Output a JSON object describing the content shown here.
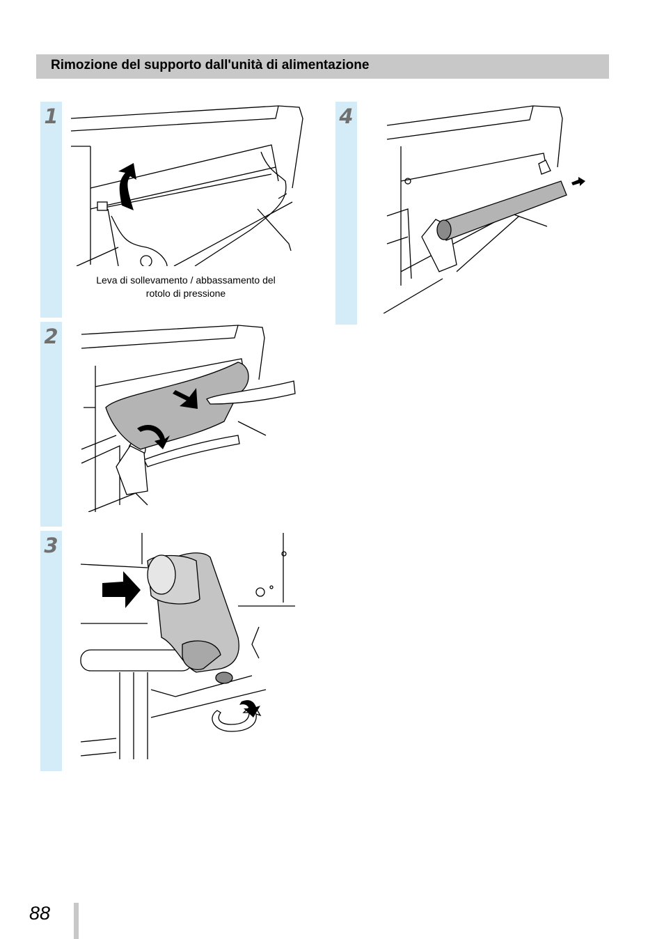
{
  "header": {
    "title": "Rimozione del supporto dall'unità di alimentazione"
  },
  "steps": [
    {
      "number": "1",
      "caption": "Leva di sollevamento / abbassamento del rotolo di pressione"
    },
    {
      "number": "2"
    },
    {
      "number": "3"
    },
    {
      "number": "4"
    }
  ],
  "footer": {
    "page_number": "88"
  },
  "colors": {
    "step_strip": "#d4ecf8",
    "header_bar": "#c8c8c8",
    "step_number": "#707070"
  }
}
